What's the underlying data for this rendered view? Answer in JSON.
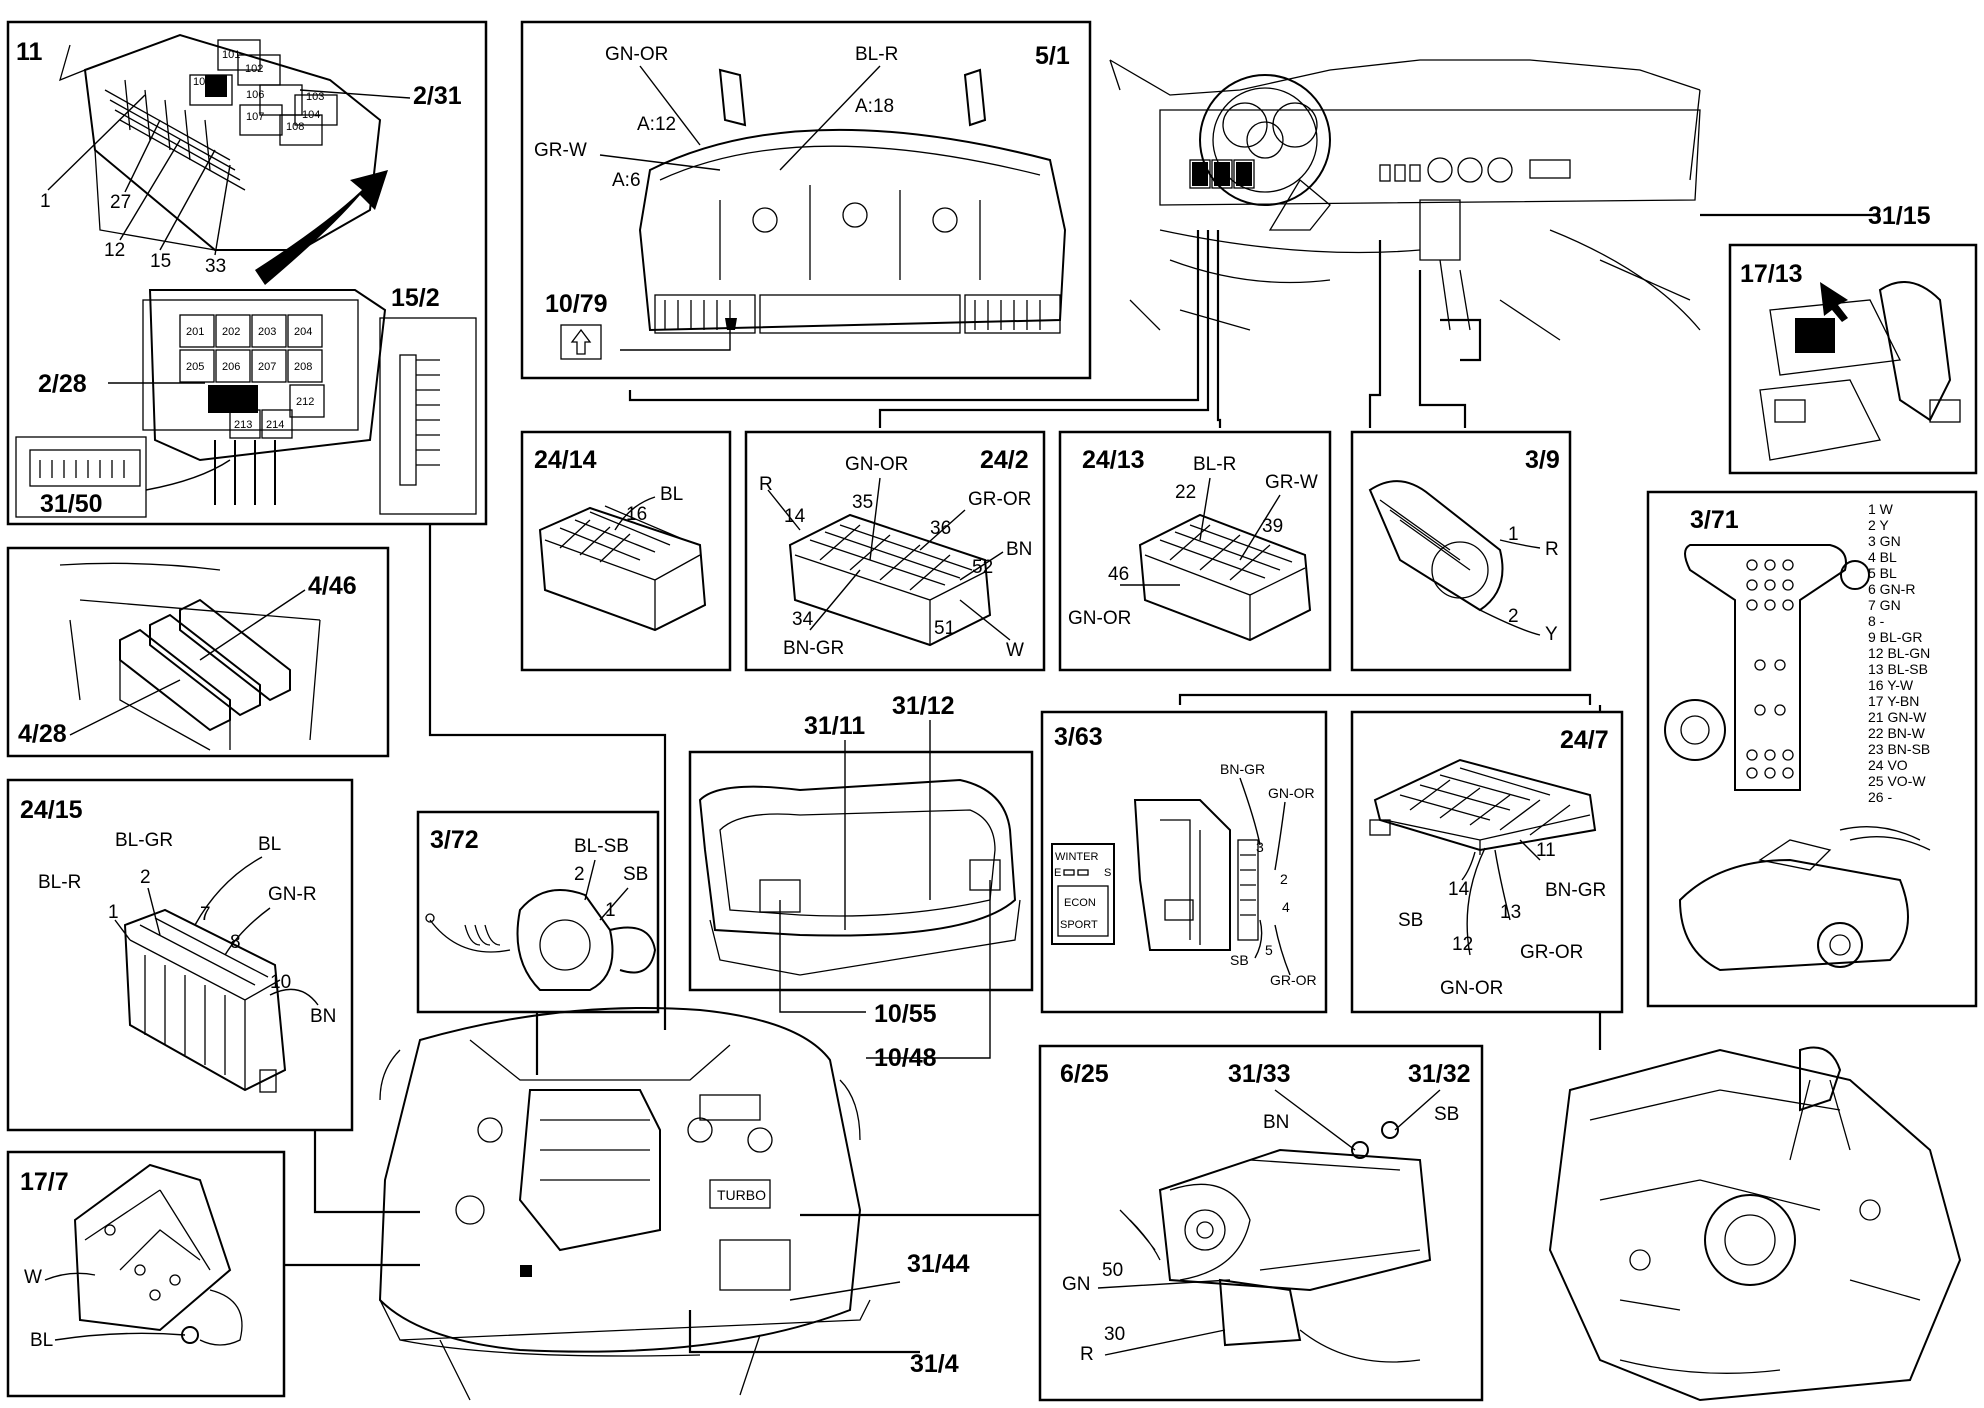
{
  "panels": {
    "p11": {
      "id": "11",
      "ref_a": "2/31",
      "ref_b": "2/28",
      "ref_c": "15/2",
      "ref_d": "31/50",
      "relays": [
        "101",
        "102",
        "103",
        "104",
        "105",
        "106",
        "107",
        "108"
      ],
      "relays2": [
        "201",
        "202",
        "203",
        "204",
        "205",
        "206",
        "207",
        "208",
        "212",
        "213",
        "214"
      ],
      "pins": [
        "1",
        "27",
        "12",
        "15",
        "33"
      ]
    },
    "p51": {
      "id": "5/1",
      "w1": "GN-OR",
      "w2": "BL-R",
      "w3": "GR-W",
      "p1": "A:12",
      "p2": "A:18",
      "p3": "A:6",
      "ref": "10/79"
    },
    "p2414": {
      "id": "24/14",
      "w1": "BL",
      "n1": "16"
    },
    "p242": {
      "id": "24/2",
      "w1": "GN-OR",
      "w2": "R",
      "w3": "GR-OR",
      "w4": "BN",
      "w5": "BN-GR",
      "w6": "W",
      "n1": "35",
      "n2": "14",
      "n3": "36",
      "n4": "52",
      "n5": "34",
      "n6": "51"
    },
    "p2413": {
      "id": "24/13",
      "w1": "BL-R",
      "w2": "GR-W",
      "w3": "GN-OR",
      "n1": "22",
      "n2": "39",
      "n3": "46"
    },
    "p39": {
      "id": "3/9",
      "n1": "1",
      "w1": "R",
      "n2": "2",
      "w2": "Y"
    },
    "p1713": {
      "id": "17/13"
    },
    "p3115": {
      "id": "31/15"
    },
    "p371": {
      "id": "3/71",
      "legend": [
        "1 W",
        "2 Y",
        "3 GN",
        "4 BL",
        "5 BL",
        "6 GN-R",
        "7 GN",
        "8 -",
        "9 BL-GR",
        "12 BL-GN",
        "13 BL-SB",
        "16 Y-W",
        "17 Y-BN",
        "21 GN-W",
        "22 BN-W",
        "23 BN-SB",
        "24 VO",
        "25 VO-W",
        "26 -"
      ]
    },
    "p446": {
      "id": "4/46",
      "ref": "4/28"
    },
    "p2415": {
      "id": "24/15",
      "w1": "BL-GR",
      "w2": "BL",
      "w3": "BL-R",
      "w4": "GN-R",
      "w5": "BN",
      "n1": "2",
      "n2": "1",
      "n3": "7",
      "n4": "8",
      "n5": "10"
    },
    "p372": {
      "id": "3/72",
      "w1": "BL-SB",
      "w2": "SB",
      "n1": "2",
      "n2": "1"
    },
    "trunk": {
      "r1": "31/11",
      "r2": "31/12",
      "r3": "10/55",
      "r4": "10/48"
    },
    "p363": {
      "id": "3/63",
      "w1": "BN-GR",
      "w2": "GN-OR",
      "w3": "SB",
      "w4": "GR-OR",
      "n1": "3",
      "n2": "2",
      "n3": "4",
      "n4": "5",
      "sw1": "WINTER",
      "sw2": "E",
      "sw3": "S",
      "sw4": "ECON",
      "sw5": "SPORT"
    },
    "p247": {
      "id": "24/7",
      "n1": "14",
      "n2": "11",
      "n3": "13",
      "n4": "12",
      "w1": "SB",
      "w2": "BN-GR",
      "w3": "GR-OR",
      "w4": "GN-OR"
    },
    "p177": {
      "id": "17/7",
      "w1": "W",
      "w2": "BL"
    },
    "p625": {
      "id": "6/25",
      "r1": "31/33",
      "r2": "31/32",
      "w1": "BN",
      "w2": "SB",
      "w3": "GN",
      "w4": "R",
      "n1": "50",
      "n2": "30"
    },
    "engine": {
      "r1": "31/44",
      "r2": "31/4",
      "turbo": "TURBO"
    }
  }
}
